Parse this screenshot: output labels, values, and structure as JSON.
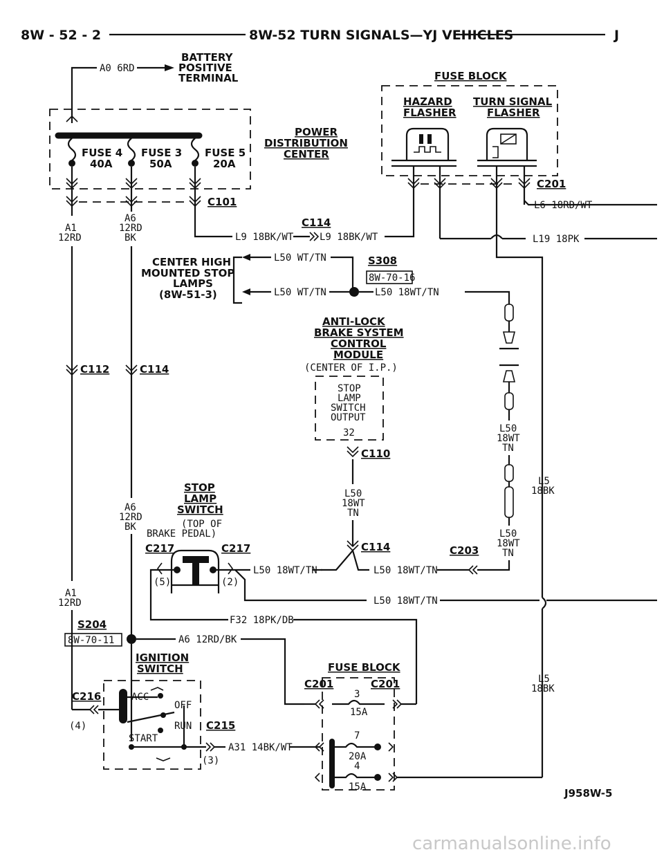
{
  "header": {
    "page_ref": "8W - 52 - 2",
    "title": "8W-52 TURN SIGNALS—YJ VEHICLES",
    "vehicle_code": "J"
  },
  "battery_terminal": {
    "line1": "BATTERY",
    "line2": "POSITIVE",
    "line3": "TERMINAL",
    "wire": "A0 6RD"
  },
  "pdc": {
    "line1": "POWER",
    "line2": "DISTRIBUTION",
    "line3": "CENTER",
    "fuses": [
      {
        "name": "FUSE 4",
        "rating": "40A"
      },
      {
        "name": "FUSE 3",
        "rating": "50A"
      },
      {
        "name": "FUSE 5",
        "rating": "20A"
      }
    ],
    "connector": "C101"
  },
  "fuse_block_top": {
    "title": "FUSE BLOCK",
    "hazard": [
      "HAZARD",
      "FLASHER"
    ],
    "turn": [
      "TURN SIGNAL",
      "FLASHER"
    ],
    "connector": "C201"
  },
  "wires": {
    "l6": "L6 18RD/WT",
    "l19": "L19 18PK",
    "l9a": "L9 18BK/WT",
    "l9b": "L9 18BK/WT",
    "c114_top": "C114",
    "a1_top": [
      "A1",
      "12RD"
    ],
    "a6_top": [
      "A6",
      "12RD",
      "BK"
    ],
    "a6_mid": [
      "A6",
      "12RD",
      "BK"
    ],
    "a1_bot": [
      "A1",
      "12RD"
    ],
    "c112": "C112",
    "c114_left": "C114",
    "l50_top1": "L50 WT/TN",
    "l50_top2": "L50 WT/TN",
    "l50_splice": "L50 18WT/TN",
    "l50_vert1": [
      "L50",
      "18WT",
      "TN"
    ],
    "l50_vert2": [
      "L50",
      "18WT",
      "TN"
    ],
    "l50_mid": [
      "L50",
      "18WT",
      "TN"
    ],
    "l50_sw": "L50 18WT/TN",
    "l50_c203": "L50 18WT/TN",
    "l50_long": "L50 18WT/TN",
    "l5_a": [
      "L5",
      "18BK"
    ],
    "l5_b": [
      "L5",
      "18BK"
    ],
    "f32": "F32 18PK/DB",
    "a6_bot": "A6 12RD/BK",
    "a31": "A31 14BK/WT"
  },
  "chmsl": {
    "lines": [
      "CENTER HIGH",
      "MOUNTED STOP",
      "LAMPS",
      "(8W-51-3)"
    ]
  },
  "s308": {
    "name": "S308",
    "ref": "8W-70-16"
  },
  "abs": {
    "title": [
      "ANTI-LOCK",
      "BRAKE SYSTEM",
      "CONTROL",
      "MODULE"
    ],
    "location": "(CENTER OF I.P.)",
    "pin": [
      "STOP",
      "LAMP",
      "SWITCH",
      "OUTPUT"
    ],
    "pin_no": "32",
    "connector": "C110"
  },
  "stop_switch": {
    "title": [
      "STOP",
      "LAMP",
      "SWITCH"
    ],
    "location": [
      "(TOP OF",
      "BRAKE PEDAL)"
    ],
    "conn_left": "C217",
    "conn_right": "C217",
    "pin_left": "(5)",
    "pin_right": "(2)"
  },
  "c114_mid": "C114",
  "c203": "C203",
  "s204": {
    "name": "S204",
    "ref": "8W-70-11"
  },
  "ignition": {
    "title": [
      "IGNITION",
      "SWITCH"
    ],
    "positions": [
      "ACC",
      "OFF",
      "RUN",
      "START"
    ],
    "conn_left": "C216",
    "pin_left": "(4)",
    "conn_right": "C215",
    "pin_right": "(3)"
  },
  "fuse_block_bot": {
    "title": "FUSE BLOCK",
    "conn_left": "C201",
    "conn_right": "C201",
    "fuses": [
      {
        "no": "3",
        "rating": "15A"
      },
      {
        "no": "7",
        "rating": "20A"
      },
      {
        "no": "4",
        "rating": "15A"
      }
    ]
  },
  "figure_id": "J958W-5",
  "watermark": "carmanualsonline.info"
}
